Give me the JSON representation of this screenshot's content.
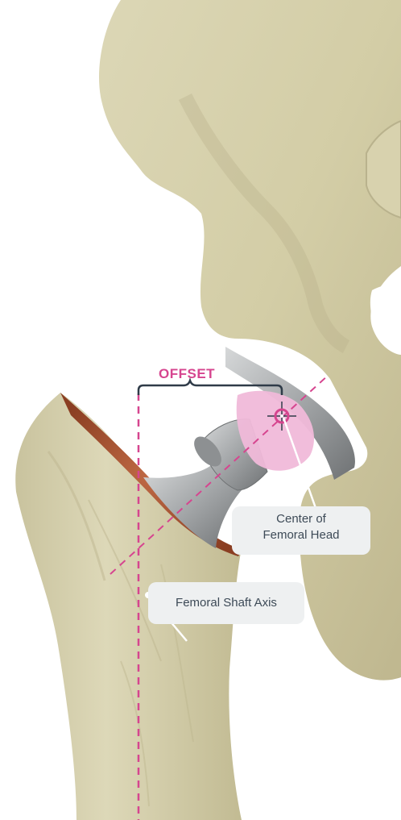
{
  "offset_label": "OFFSET",
  "callouts": {
    "center_line1": "Center of",
    "center_line2": "Femoral Head",
    "axis": "Femoral Shaft Axis"
  },
  "colors": {
    "accent_pink": "#d6458f",
    "bone": "#d9d4b2",
    "bone_shadow": "#b9b28d",
    "implant_metal": "#a9acae",
    "head_liner": "#f0b9d9",
    "callout_bg": "#eef0f1",
    "callout_text": "#3d4a57"
  }
}
